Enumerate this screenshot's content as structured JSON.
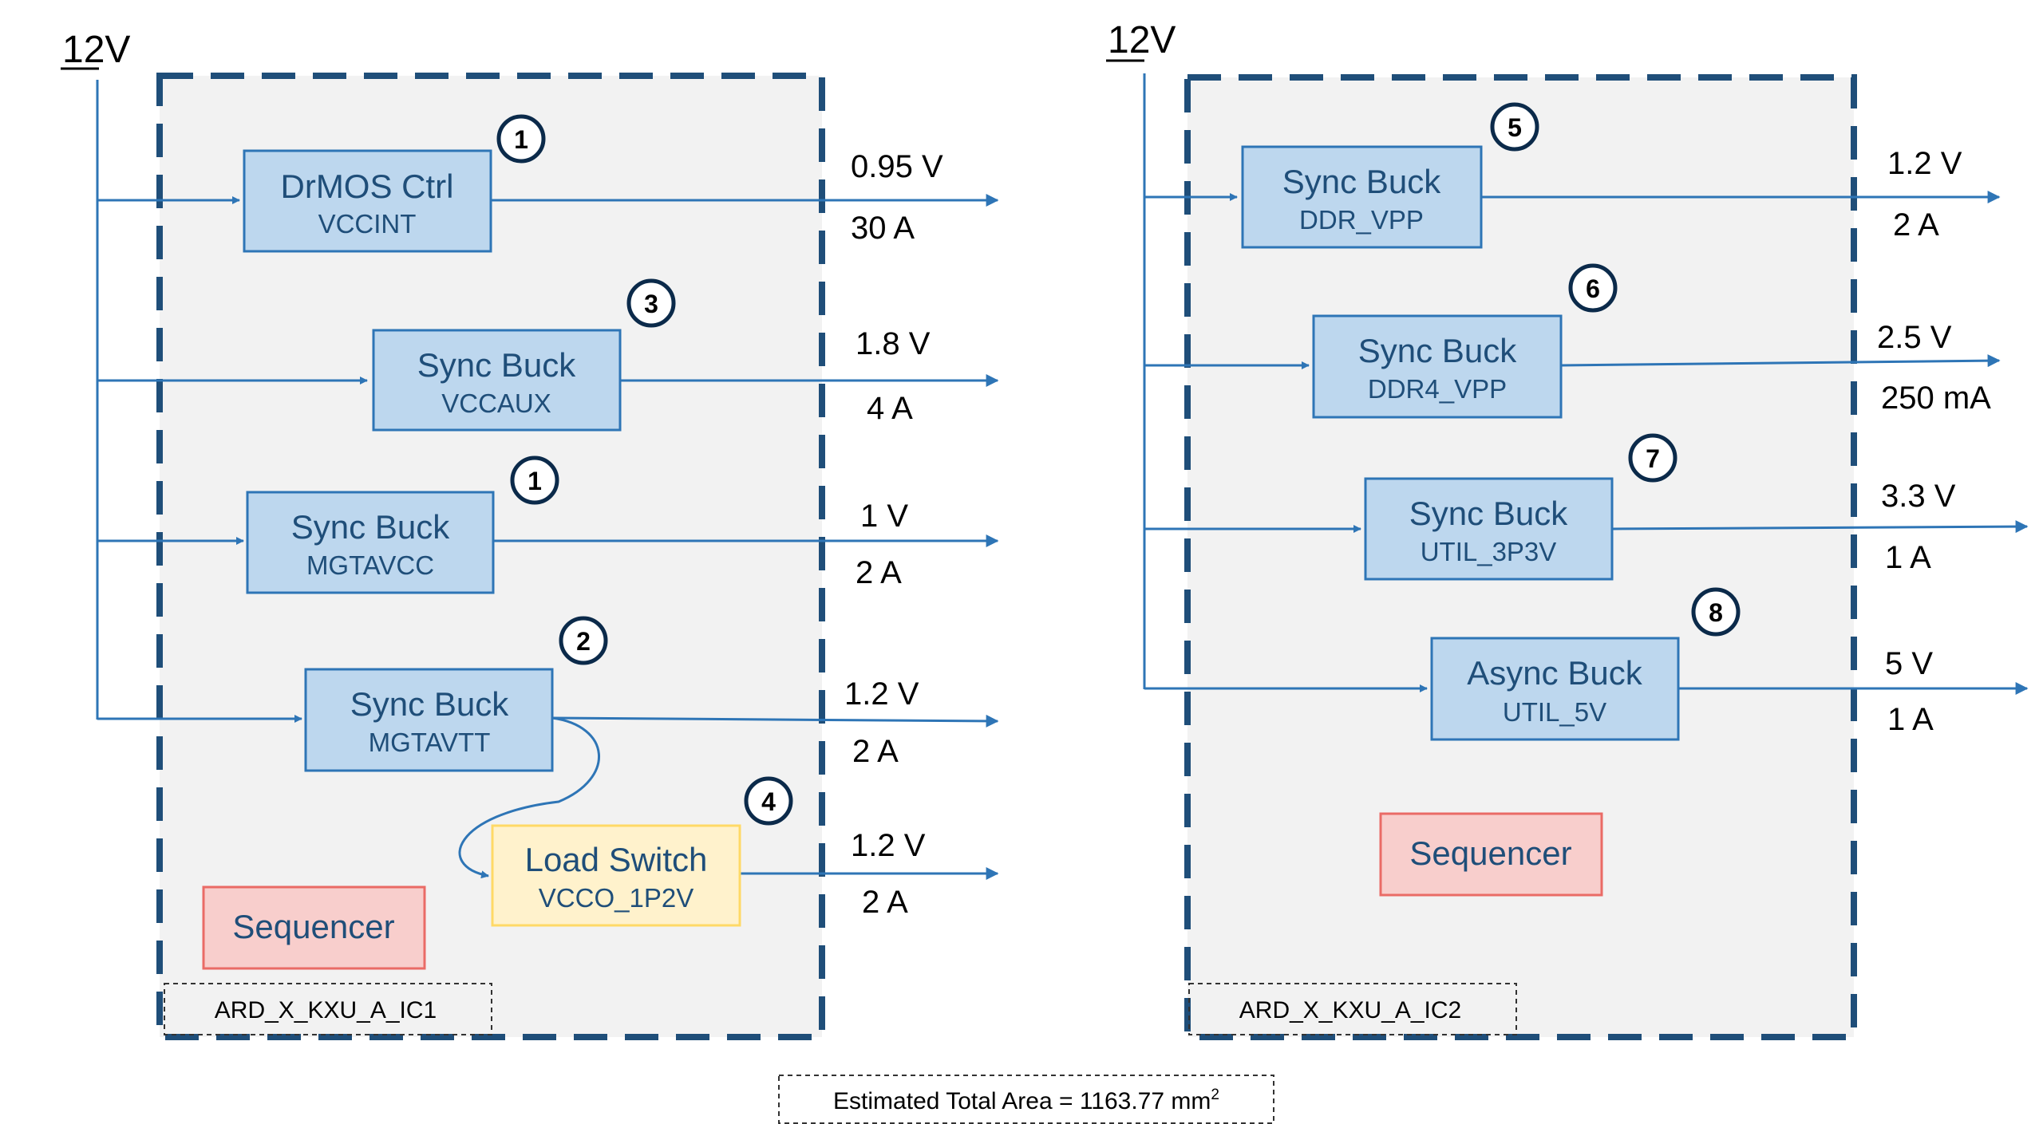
{
  "colors": {
    "line": "#2e75b6",
    "frame": "#1f4e79",
    "panel": "#f2f2f2",
    "block_fill": "#bdd7ee",
    "block_stroke": "#2e75b6",
    "block_title": "#1f4e79",
    "switch_fill": "#fff2cc",
    "switch_stroke": "#ffd966",
    "seq_fill": "#f8cecc",
    "seq_stroke": "#ea6b66",
    "badge_stroke": "#0b2a4a",
    "text": "#000000"
  },
  "left": {
    "input_label": "12V",
    "blocks": [
      {
        "title": "DrMOS Ctrl",
        "sub": "VCCINT",
        "badge": "1",
        "voltage": "0.95 V",
        "current": "30 A"
      },
      {
        "title": "Sync Buck",
        "sub": "VCCAUX",
        "badge": "3",
        "voltage": "1.8 V",
        "current": "4 A"
      },
      {
        "title": "Sync Buck",
        "sub": "MGTAVCC",
        "badge": "1",
        "voltage": "1 V",
        "current": "2 A"
      },
      {
        "title": "Sync Buck",
        "sub": "MGTAVTT",
        "badge": "2",
        "voltage": "1.2 V",
        "current": "2 A"
      },
      {
        "title": "Load Switch",
        "sub": "VCCO_1P2V",
        "badge": "4",
        "voltage": "1.2 V",
        "current": "2 A"
      }
    ],
    "sequencer": "Sequencer",
    "ic_label": "ARD_X_KXU_A_IC1"
  },
  "right": {
    "input_label": "12V",
    "blocks": [
      {
        "title": "Sync Buck",
        "sub": "DDR_VPP",
        "badge": "5",
        "voltage": "1.2 V",
        "current": "2 A"
      },
      {
        "title": "Sync Buck",
        "sub": "DDR4_VPP",
        "badge": "6",
        "voltage": "2.5 V",
        "current": "250 mA"
      },
      {
        "title": "Sync Buck",
        "sub": "UTIL_3P3V",
        "badge": "7",
        "voltage": "3.3 V",
        "current": "1 A"
      },
      {
        "title": "Async Buck",
        "sub": "UTIL_5V",
        "badge": "8",
        "voltage": "5 V",
        "current": "1 A"
      }
    ],
    "sequencer": "Sequencer",
    "ic_label": "ARD_X_KXU_A_IC2"
  },
  "footer": {
    "area_text": "Estimated Total Area = 1163.77 mm",
    "area_superscript": "2"
  }
}
